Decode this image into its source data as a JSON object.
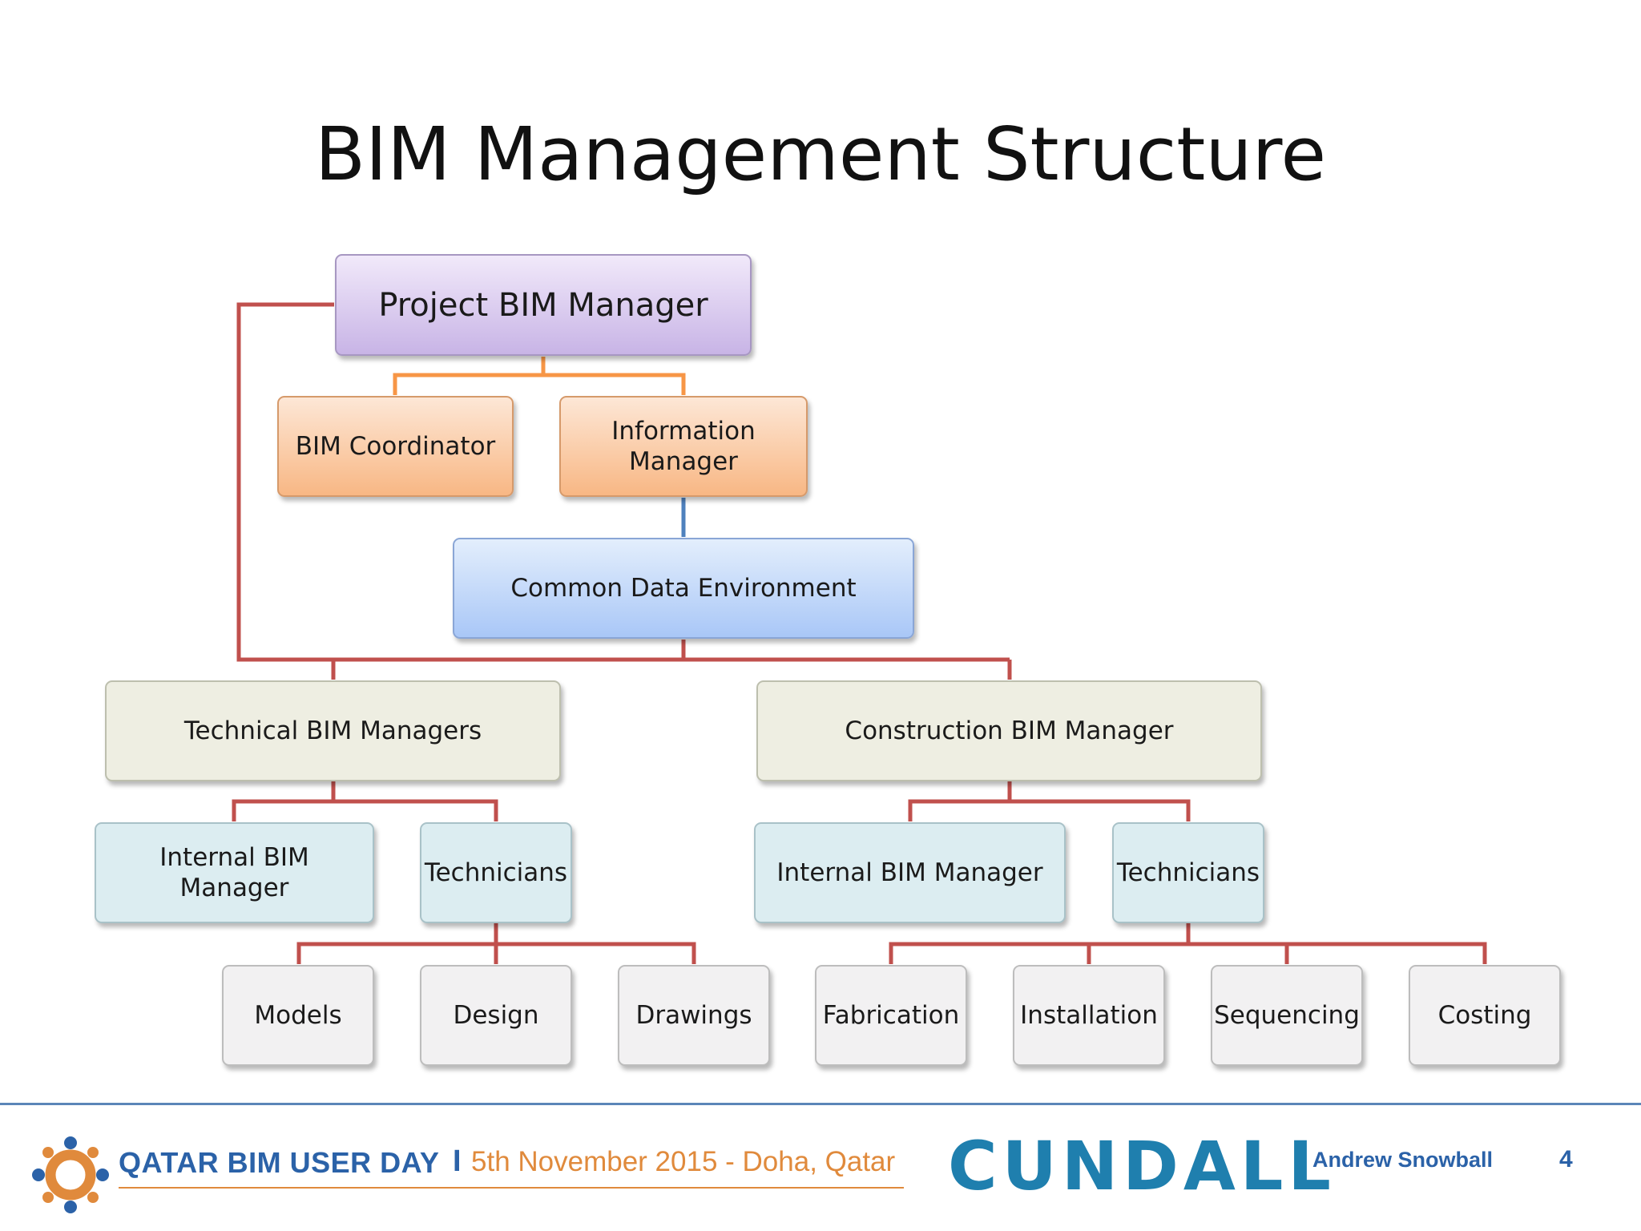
{
  "slide": {
    "title": "BIM Management Structure",
    "nodes": {
      "project_bim_manager": "Project BIM Manager",
      "bim_coordinator": "BIM Coordinator",
      "information_manager": "Information\nManager",
      "common_data_environment": "Common Data Environment",
      "technical_bim_managers": "Technical BIM Managers",
      "construction_bim_manager": "Construction BIM Manager",
      "internal_bim_manager_left": "Internal BIM Manager",
      "technicians_left": "Technicians",
      "internal_bim_manager_right": "Internal BIM Manager",
      "technicians_right": "Technicians",
      "models": "Models",
      "design": "Design",
      "drawings": "Drawings",
      "fabrication": "Fabrication",
      "installation": "Installation",
      "sequencing": "Sequencing",
      "costing": "Costing"
    },
    "colors": {
      "connector_red": "#c0504d",
      "connector_orange": "#f79646",
      "connector_blue": "#4f81bd"
    }
  },
  "footer": {
    "event_name": "QATAR BIM USER DAY",
    "separator": "I",
    "event_date": "5th November 2015 - Doha, Qatar",
    "brand": "CUNDALL",
    "author": "Andrew Snowball",
    "page_number": "4"
  }
}
